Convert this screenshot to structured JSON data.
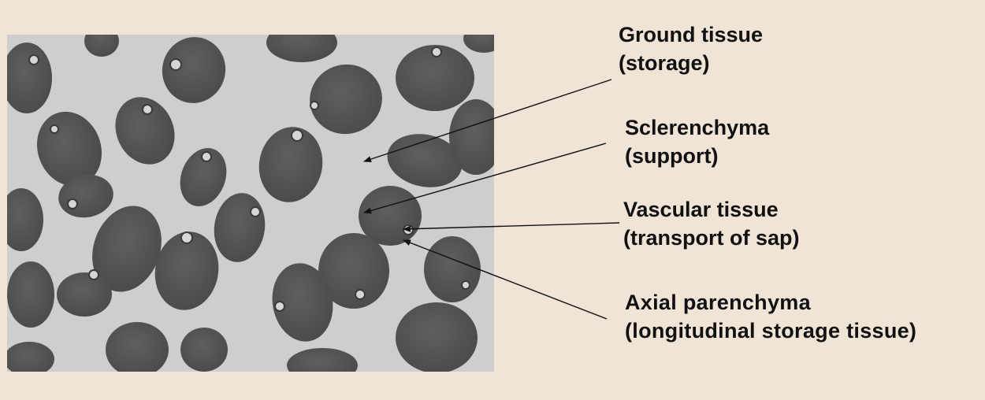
{
  "figure": {
    "image_alt": "Micrograph of wood cross-section",
    "background_color": "#efe4d6",
    "labels": [
      {
        "id": "ground",
        "title": "Ground tissue",
        "subtitle": "(storage)"
      },
      {
        "id": "scler",
        "title": "Sclerenchyma",
        "subtitle": "(support)"
      },
      {
        "id": "vasc",
        "title": "Vascular tissue",
        "subtitle": "(transport of sap)"
      },
      {
        "id": "axial",
        "title": "Axial parenchyma",
        "subtitle": "(longitudinal storage tissue)"
      }
    ]
  }
}
